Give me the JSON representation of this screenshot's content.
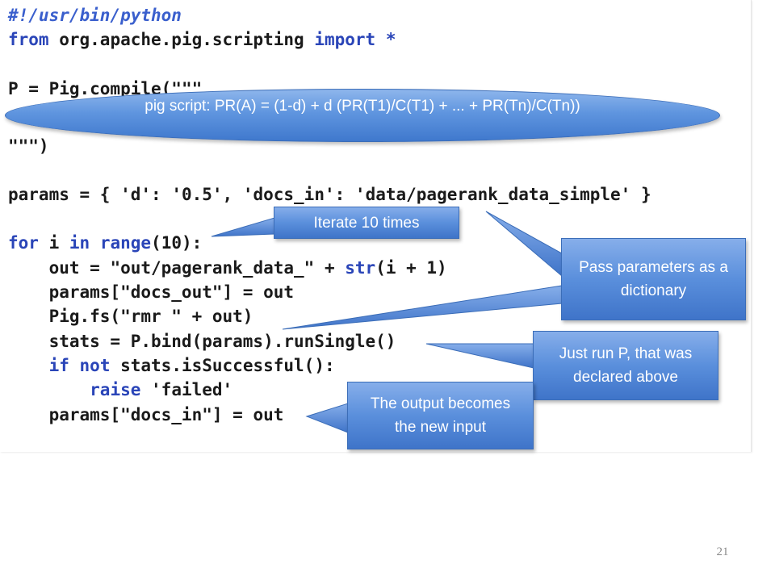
{
  "code": {
    "l1_shebang": "#!/usr/bin/python",
    "l2_from": "from",
    "l2_module": "org.apache.pig.scripting",
    "l2_import": "import",
    "l2_star": "*",
    "l3_a": "P = Pig.compile(",
    "l3_str": "\"\"\"",
    "l4_str": "\"\"\")",
    "l5_a": "params = { ",
    "l5_s1": "'d'",
    "l5_b": ": ",
    "l5_s2": "'0.5'",
    "l5_c": ", ",
    "l5_s3": "'docs_in'",
    "l5_d": ": ",
    "l5_s4": "'data/pagerank_data_simple'",
    "l5_e": " }",
    "l6_for": "for",
    "l6_a": " i ",
    "l6_in": "in",
    "l6_b": " ",
    "l6_range": "range",
    "l6_c": "(10):",
    "l7_a": "    out = ",
    "l7_s": "\"out/pagerank_data_\"",
    "l7_b": " + ",
    "l7_str": "str",
    "l7_c": "(i + 1)",
    "l8_a": "    params[",
    "l8_s": "\"docs_out\"",
    "l8_b": "] = out",
    "l9_a": "    Pig.fs(",
    "l9_s": "\"rmr \"",
    "l9_b": " + out)",
    "l10": "    stats = P.bind(params).runSingle()",
    "l11_ind": "    ",
    "l11_if": "if",
    "l11_a": " ",
    "l11_not": "not",
    "l11_b": " stats.isSuccessful():",
    "l12_ind": "        ",
    "l12_raise": "raise",
    "l12_a": " ",
    "l12_s": "'failed'",
    "l13_a": "    params[",
    "l13_s": "\"docs_in\"",
    "l13_b": "] = out"
  },
  "callouts": {
    "ellipse": "pig script: PR(A) = (1-d) + d (PR(T1)/C(T1) + ... + PR(Tn)/C(Tn))",
    "iterate": "Iterate 10 times",
    "params_l1": "Pass parameters as a",
    "params_l2": "dictionary",
    "run_l1": "Just run P, that was",
    "run_l2": "declared above",
    "output_l1": "The output becomes",
    "output_l2": "the new input"
  },
  "page_number": "21",
  "colors": {
    "keyword": "#2a45b8",
    "callout_fill": "#5a8fdc",
    "callout_border": "#3b6db8"
  }
}
